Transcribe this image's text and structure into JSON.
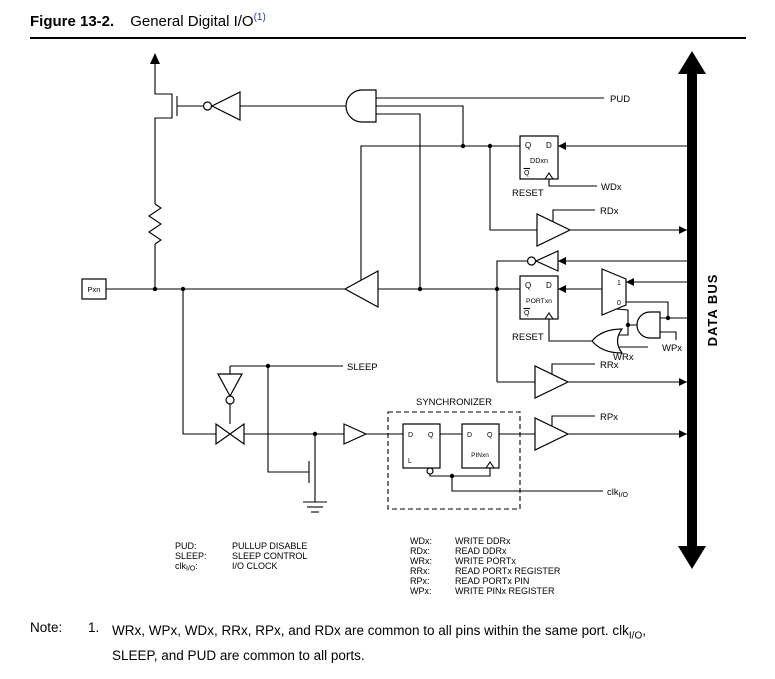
{
  "figure": {
    "label": "Figure 13-2.",
    "title": "General Digital I/O",
    "note_ref": "(1)"
  },
  "colors": {
    "note_link": "#2433b0",
    "diagram_ink": "#000000"
  },
  "diagram": {
    "data_bus_label": "DATA BUS",
    "synchronizer_label": "SYNCHRONIZER",
    "pin_label": "Pxn",
    "signals": {
      "pud": "PUD",
      "wdx": "WDx",
      "rdx": "RDx",
      "wrx": "WRx",
      "wpx": "WPx",
      "rrx": "RRx",
      "rpx": "RPx",
      "sleep": "SLEEP",
      "clk": "clk",
      "clk_sub": "I/O"
    },
    "ddxn": {
      "q": "Q",
      "d": "D",
      "qbar": "Q",
      "name": "DDxn",
      "reset": "RESET"
    },
    "portxn": {
      "q": "Q",
      "d": "D",
      "qbar": "Q",
      "name": "PORTxn",
      "reset": "RESET"
    },
    "latch": {
      "d": "D",
      "q": "Q",
      "l": "L"
    },
    "pinxn": {
      "d": "D",
      "q": "Q",
      "name": "PINxn"
    },
    "mux": {
      "one": "1",
      "zero": "0"
    }
  },
  "legend_signals": [
    {
      "term": "PUD:",
      "desc": "PULLUP DISABLE"
    },
    {
      "term": "SLEEP:",
      "desc": "SLEEP CONTROL"
    },
    {
      "term": "clk",
      "term_sub": "I/O",
      "term_end": ":",
      "desc": "I/O CLOCK"
    }
  ],
  "legend_controls": [
    {
      "term": "WDx:",
      "desc": "WRITE DDRx"
    },
    {
      "term": "RDx:",
      "desc": "READ DDRx"
    },
    {
      "term": "WRx:",
      "desc": "WRITE PORTx"
    },
    {
      "term": "RRx:",
      "desc": "READ PORTx REGISTER"
    },
    {
      "term": "RPx:",
      "desc": "READ PORTx PIN"
    },
    {
      "term": "WPx:",
      "desc": "WRITE PINx REGISTER"
    }
  ],
  "note": {
    "label": "Note:",
    "number": "1.",
    "line1": "WRx, WPx, WDx, RRx, RPx, and RDx are common to all pins within the same port. clk",
    "line1_sub": "I/O",
    "line1_end": ",",
    "line2": "SLEEP, and PUD are common to all ports."
  }
}
